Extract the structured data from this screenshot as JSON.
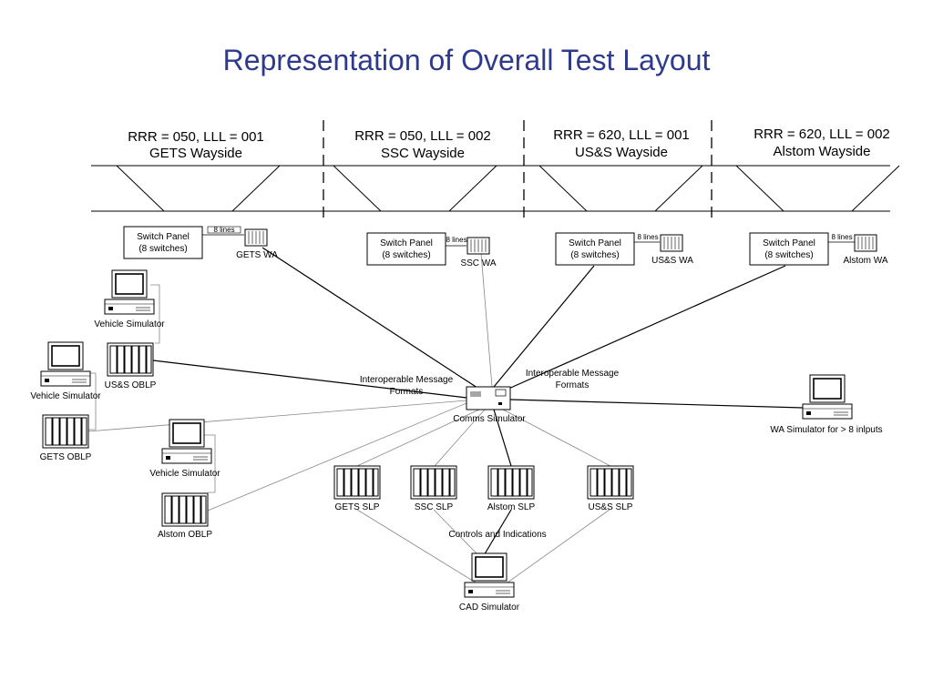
{
  "title": "Representation of Overall Test Layout",
  "waysides": [
    {
      "line1": "RRR = 050, LLL = 001",
      "line2": "GETS Wayside"
    },
    {
      "line1": "RRR = 050, LLL = 002",
      "line2": "SSC Wayside"
    },
    {
      "line1": "RRR = 620, LLL = 001",
      "line2": "US&S Wayside"
    },
    {
      "line1": "RRR = 620, LLL = 002",
      "line2": "Alstom Wayside"
    }
  ],
  "switch_panel": {
    "line1": "Switch Panel",
    "line2": "(8 switches)"
  },
  "lines_label": "8 lines",
  "wa_units": [
    "GETS WA",
    "SSC WA",
    "US&S WA",
    "Alstom WA"
  ],
  "vehicle_simulator": "Vehicle Simulator",
  "oblps": [
    "US&S OBLP",
    "GETS OBLP",
    "Alstom OBLP"
  ],
  "comms_simulator": "Comms Simulator",
  "interop_label": {
    "line1": "Interoperable Message",
    "line2": "Formats"
  },
  "wa_simulator": "WA Simulator for > 8 inlputs",
  "slps": [
    "GETS SLP",
    "SSC SLP",
    "Alstom SLP",
    "US&S SLP"
  ],
  "controls_label": "Controls and Indications",
  "cad_simulator": "CAD Simulator"
}
